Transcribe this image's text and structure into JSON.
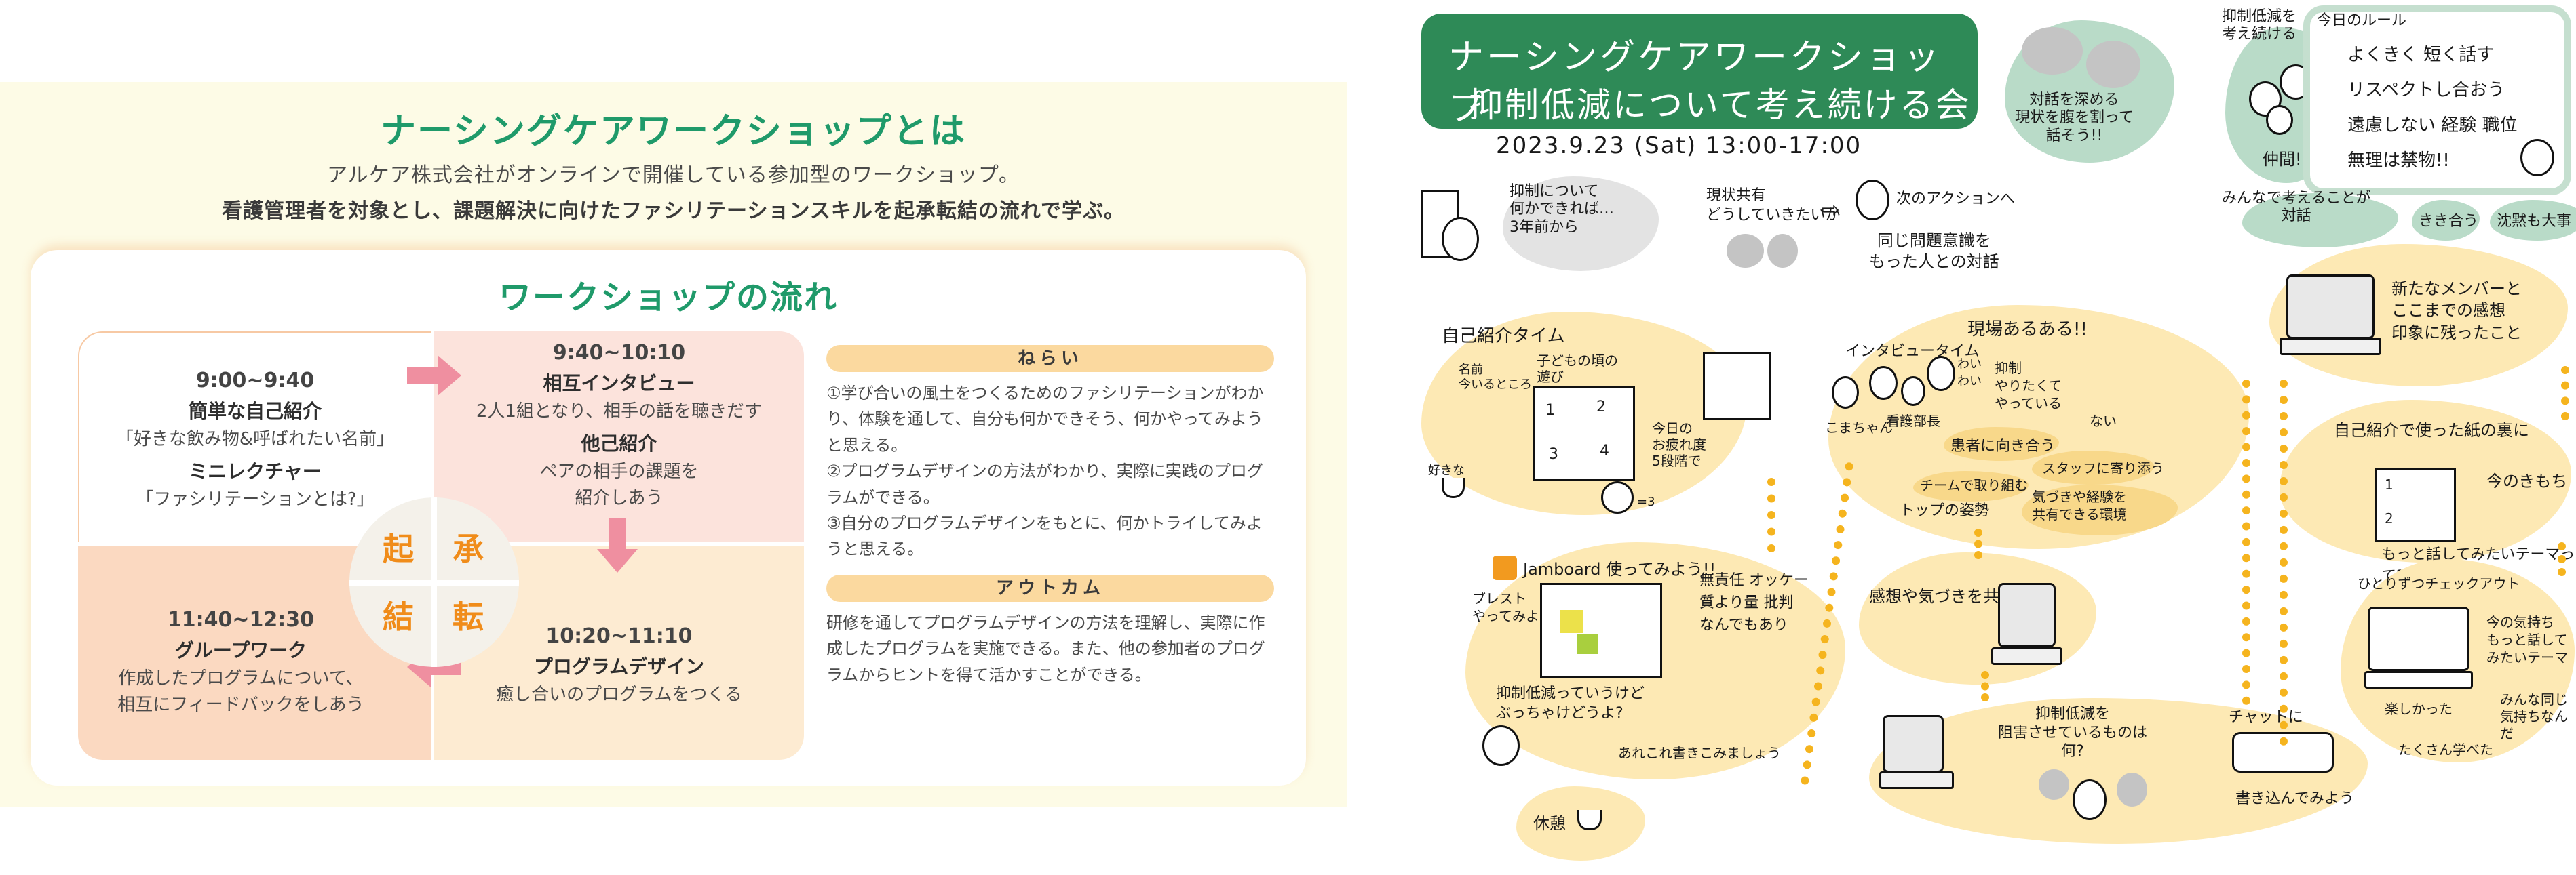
{
  "left_panel": {
    "title": "ナーシングケアワークショップとは",
    "intro_line1": "アルケア株式会社がオンラインで開催している参加型のワークショップ。",
    "intro_line2": "看護管理者を対象とし、課題解決に向けたファシリテーションスキルを起承転結の流れで学ぶ。",
    "flow": {
      "title": "ワークショップの流れ",
      "kishotenketsu": [
        "起",
        "承",
        "結",
        "転"
      ],
      "steps": [
        {
          "time": "9:00~9:40",
          "heading1": "簡単な自己紹介",
          "desc1": "「好きな飲み物&呼ばれたい名前」",
          "heading2": "ミニレクチャー",
          "desc2": "「ファシリテーションとは?」"
        },
        {
          "time": "9:40~10:10",
          "heading1": "相互インタビュー",
          "desc1": "2人1組となり、相手の話を聴きだす",
          "heading2": "他己紹介",
          "desc2": "ペアの相手の課題を\n紹介しあう"
        },
        {
          "time": "10:20~11:10",
          "heading1": "プログラムデザイン",
          "desc1": "癒し合いのプログラムをつくる"
        },
        {
          "time": "11:40~12:30",
          "heading1": "グループワーク",
          "desc1": "作成したプログラムについて、\n相互にフィードバックをしあう"
        }
      ]
    },
    "aims": {
      "label": "ねらい",
      "text": "①学び合いの風土をつくるためのファシリテーションがわかり、体験を通して、自分も何かできそう、何かやってみようと思える。\n②プログラムデザインの方法がわかり、実際に実践のプログラムができる。\n③自分のプログラムデザインをもとに、何かトライしてみようと思える。"
    },
    "outcome": {
      "label": "アウトカム",
      "text": "研修を通してプログラムデザインの方法を理解し、実際に作成したプログラムを実施できる。また、他の参加者のプログラムからヒントを得て活かすことができる。"
    },
    "colors": {
      "title_green": "#1f9a6a",
      "kisho_orange": "#f08c1a",
      "arrow_pink": "#ef8fa0",
      "pill_orange": "#fbd99f"
    }
  },
  "graphic_recording": {
    "title": "ナーシングケアワークショップ",
    "subtitle": "抑制低減について考え続ける会",
    "date": "2023.9.23 (Sat) 13:00-17:00",
    "intro": {
      "background_text": "抑制について\n何かできれば…\n3年前から",
      "share_text": "現状共有\nどうしていきたいか",
      "next_action": "次のアクションへ",
      "dialogue": "同じ問題意識を\nもった人との対話"
    },
    "green_bubbles": {
      "deepen": "対話を深める\n現状を腹を割って\n話そう!!",
      "keep_thinking": "抑制低減を\n考え続ける",
      "friends": "仲間!!",
      "together": "みんなで考えることが\n対話",
      "listen": "きき合う",
      "silence": "沈黙も大事"
    },
    "rules": {
      "title": "今日のルール",
      "items": [
        "よくきく  短く話す",
        "リスペクトし合おう",
        "遠慮しない  経験 職位",
        "無理は禁物!!"
      ]
    },
    "self_intro": {
      "title": "自己紹介タイム",
      "name_label": "名前\n今いるところ",
      "childhood": "子どもの頃の\n遊び",
      "drink": "好きな",
      "fatigue": "今日の\nお疲れ度\n5段階で",
      "fatigue_value": "=3",
      "grid": [
        "1",
        "2",
        "3",
        "4"
      ]
    },
    "interview": {
      "title": "インタビュータイム",
      "aruaru": "現場あるある!!",
      "names": [
        "こまちゃん",
        "看護部長"
      ],
      "wai": "わい\nわい",
      "restraint": "抑制\nやりたくて\nやっている",
      "nai": "ない",
      "highlights": [
        "患者に向き合う",
        "スタッフに寄り添う",
        "チームで取り組む",
        "トップの姿勢",
        "気づきや経験を\n共有できる環境"
      ]
    },
    "jamboard": {
      "title": "Jamboard 使ってみよう!!",
      "brainstorm": "ブレスト\nやってみよう",
      "rules": "無責任  オッケー\n質より量  批判\nなんでもあり",
      "question": "抑制低減っていうけど\nぶっちゃけどうよ?",
      "write": "あれこれ書きこみましょう"
    },
    "break": {
      "label": "休憩"
    },
    "share": {
      "label": "感想や気づきを共有"
    },
    "obstacle": {
      "text": "抑制低減を\n阻害させているものは\n何?",
      "chat_top": "チャットに",
      "chat_bottom": "書き込んでみよう"
    },
    "new_members": {
      "text": "新たなメンバーと\nここまでの感想\n印象に残ったこと"
    },
    "paper_back": {
      "title": "自己紹介で使った紙の裏に",
      "item1": "今のきもち",
      "item2": "もっと話してみたいテーマって??",
      "grid": [
        "1",
        "2"
      ]
    },
    "checkout": {
      "title": "ひとりずつチェックアウト",
      "prompt": "今の気持ち\nもっと話して\nみたいテーマ",
      "fun": "楽しかった",
      "learned": "たくさん学べた",
      "same": "みんな同じ\n気持ちなんだ"
    },
    "colors": {
      "title_green": "#2e8a57",
      "bubble_green": "#b9dbc8",
      "blob_yellow": "#fde9b4",
      "dot_orange": "#f5b41e"
    }
  }
}
